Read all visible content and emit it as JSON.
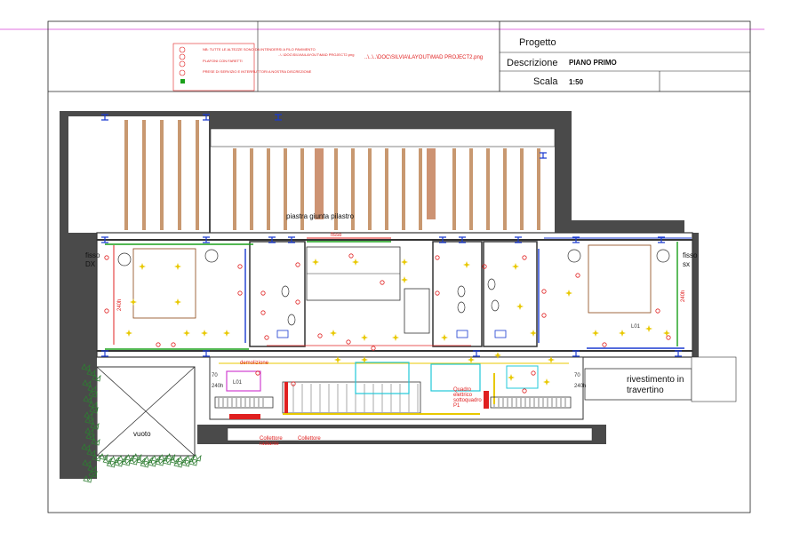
{
  "title_block": {
    "progetto_label": "Progetto",
    "progetto_value": "",
    "descrizione_label": "Descrizione",
    "descrizione_value": "PIANO PRIMO",
    "scala_label": "Scala",
    "scala_value": "1:50",
    "xref_path": "..\\..\\..\\DOC\\SILVIA\\LAYOUT\\MAD PROJECT2.png",
    "xref_path_small": "..\\..\\DOC\\SILVIA\\LAYOUT\\MAD PROJECT2.png"
  },
  "legend": {
    "items": [
      {
        "text": "NB: TUTTE LE ALTEZZE SONO DA INTENDERSI A FILO PAVIMENTO",
        "color": "#e02020"
      },
      {
        "text": "PLAFONI CON FARETTI",
        "color": "#e02020"
      },
      {
        "text": "PRESE DI SERVIZIO E INTERRUTTORI A NOSTRA DISCREZIONE",
        "color": "#e02020"
      },
      {
        "text": "",
        "color": "#1aa01a"
      }
    ]
  },
  "plan": {
    "labels": {
      "piastra": "piastra giunta pilastro",
      "fisso_dx": "fisso\nDX",
      "fisso_sx": "fisso\nsx",
      "rivestimento": "rivestimento in\ntravertino",
      "vuoto": "vuoto",
      "demolizione": "demolizione",
      "quadro": "Quadro\nelettrico\nsottoquadro\nP1",
      "collettore_radiante": "Collettore\nradiante",
      "collettore": "Collettore",
      "fisso_tag": "fisso",
      "l01": "L01",
      "h240": "240h",
      "dim_70": "70",
      "dim_240": "240h"
    }
  },
  "colors": {
    "wall": "#4a4a4a",
    "red": "#e02020",
    "green": "#1aa01a",
    "blue": "#1a3ad0",
    "yellow": "#e8c800",
    "cyan": "#20c8d8",
    "magenta": "#d040d0",
    "wood": "#c89870",
    "hatch": "#c07850",
    "foliage": "#2e7d32",
    "guide": "#e070e0"
  }
}
